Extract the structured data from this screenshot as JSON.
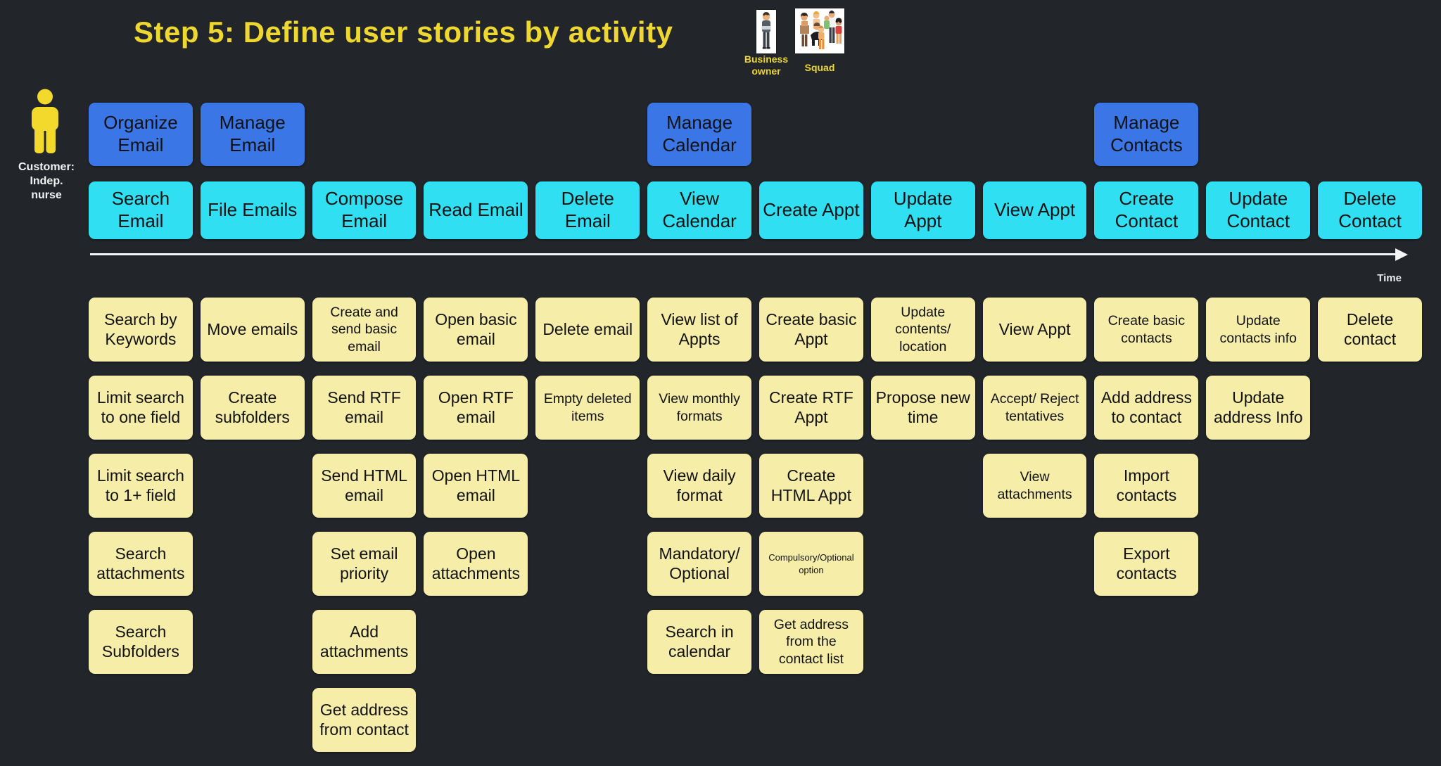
{
  "title": "Step 5: Define user stories by activity",
  "colors": {
    "background": "#22262a",
    "epic": "#3b76e6",
    "activity": "#31dff2",
    "sticky": "#f6eda8",
    "accent_yellow": "#eed731"
  },
  "personas": [
    {
      "label": "Business owner",
      "icon": "business-owner-photo"
    },
    {
      "label": "Squad",
      "icon": "squad-photo"
    }
  ],
  "customer": {
    "lines": [
      "Customer:",
      "Indep.",
      "nurse"
    ]
  },
  "timeline": {
    "label": "Time"
  },
  "columns": [
    {
      "epic": "Organize Email",
      "activity": "Search Email",
      "stories": [
        {
          "label": "Search by Keywords",
          "size": "md"
        },
        {
          "label": "Limit search to one field",
          "size": "md"
        },
        {
          "label": "Limit search to 1+ field",
          "size": "md"
        },
        {
          "label": "Search attachments",
          "size": "md"
        },
        {
          "label": "Search Subfolders",
          "size": "md"
        }
      ]
    },
    {
      "epic": "Manage Email",
      "activity": "File Emails",
      "stories": [
        {
          "label": "Move emails",
          "size": "md"
        },
        {
          "label": "Create subfolders",
          "size": "md"
        }
      ]
    },
    {
      "epic": null,
      "activity": "Compose Email",
      "stories": [
        {
          "label": "Create and send basic email",
          "size": "sm"
        },
        {
          "label": "Send RTF email",
          "size": "md"
        },
        {
          "label": "Send HTML email",
          "size": "md"
        },
        {
          "label": "Set email priority",
          "size": "md"
        },
        {
          "label": "Add attachments",
          "size": "md"
        },
        {
          "label": "Get address from contact",
          "size": "md"
        }
      ]
    },
    {
      "epic": null,
      "activity": "Read Email",
      "stories": [
        {
          "label": "Open basic email",
          "size": "md"
        },
        {
          "label": "Open RTF email",
          "size": "md"
        },
        {
          "label": "Open HTML email",
          "size": "md"
        },
        {
          "label": "Open attachments",
          "size": "md"
        }
      ]
    },
    {
      "epic": null,
      "activity": "Delete Email",
      "stories": [
        {
          "label": "Delete email",
          "size": "md"
        },
        {
          "label": "Empty deleted items",
          "size": "sm"
        }
      ]
    },
    {
      "epic": "Manage Calendar",
      "activity": "View Calendar",
      "stories": [
        {
          "label": "View list of Appts",
          "size": "md"
        },
        {
          "label": "View monthly formats",
          "size": "sm"
        },
        {
          "label": "View daily format",
          "size": "md"
        },
        {
          "label": "Mandatory/ Optional",
          "size": "md"
        },
        {
          "label": "Search in calendar",
          "size": "md"
        }
      ]
    },
    {
      "epic": null,
      "activity": "Create Appt",
      "stories": [
        {
          "label": "Create basic Appt",
          "size": "md"
        },
        {
          "label": "Create RTF Appt",
          "size": "md"
        },
        {
          "label": "Create HTML Appt",
          "size": "md"
        },
        {
          "label": "Compulsory/Optional option",
          "size": "xs"
        },
        {
          "label": "Get address from the contact list",
          "size": "sm"
        }
      ]
    },
    {
      "epic": null,
      "activity": "Update Appt",
      "stories": [
        {
          "label": "Update contents/ location",
          "size": "sm"
        },
        {
          "label": "Propose new time",
          "size": "md"
        }
      ]
    },
    {
      "epic": null,
      "activity": "View Appt",
      "stories": [
        {
          "label": "View Appt",
          "size": "md"
        },
        {
          "label": "Accept/ Reject tentatives",
          "size": "sm"
        },
        {
          "label": "View attachments",
          "size": "sm"
        }
      ]
    },
    {
      "epic": "Manage Contacts",
      "activity": "Create Contact",
      "stories": [
        {
          "label": "Create basic contacts",
          "size": "sm"
        },
        {
          "label": "Add address to contact",
          "size": "md"
        },
        {
          "label": "Import contacts",
          "size": "md"
        },
        {
          "label": "Export contacts",
          "size": "md"
        }
      ]
    },
    {
      "epic": null,
      "activity": "Update Contact",
      "stories": [
        {
          "label": "Update contacts info",
          "size": "sm"
        },
        {
          "label": "Update address Info",
          "size": "md"
        }
      ]
    },
    {
      "epic": null,
      "activity": "Delete Contact",
      "stories": [
        {
          "label": "Delete contact",
          "size": "md"
        }
      ]
    }
  ]
}
